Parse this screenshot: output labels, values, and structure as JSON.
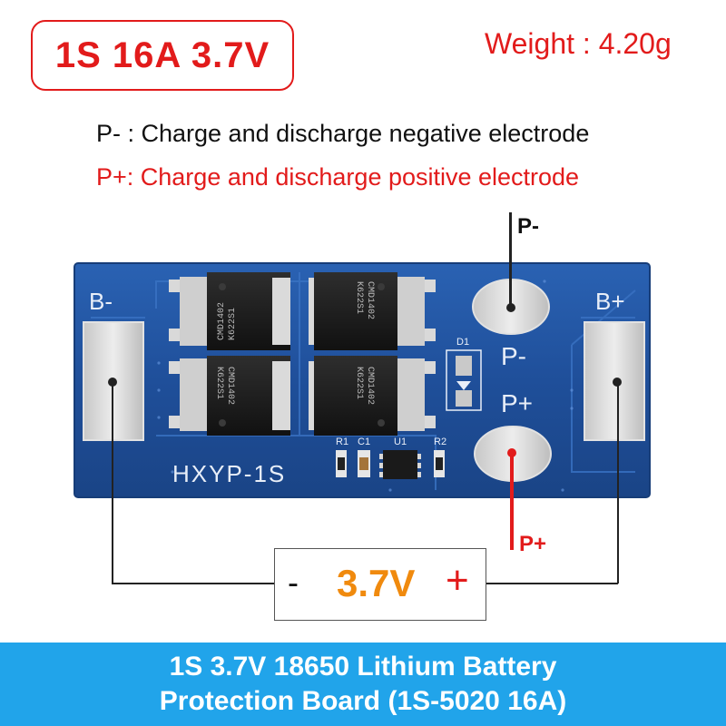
{
  "header": {
    "spec_badge": "1S 16A 3.7V",
    "weight": "Weight : 4.20g"
  },
  "legend": {
    "negative": "P- : Charge and discharge negative electrode",
    "positive": "P+: Charge and discharge positive electrode"
  },
  "board": {
    "model": "HXYP-1S",
    "pad_left": "B-",
    "pad_right": "B+",
    "terminal_neg": "P-",
    "terminal_pos": "P+",
    "diode_label": "D1",
    "mosfet_marking_1": "CMD1402",
    "mosfet_marking_2": "K622S1",
    "components": [
      "R1",
      "C1",
      "U1",
      "R2"
    ]
  },
  "callouts": {
    "p_minus": "P-",
    "p_plus": "P+"
  },
  "battery": {
    "minus": "-",
    "voltage": "3.7V",
    "plus": "+"
  },
  "footer": {
    "line1": "1S 3.7V 18650 Lithium Battery",
    "line2": "Protection Board (1S-5020 16A)"
  },
  "colors": {
    "accent_red": "#e21b1b",
    "voltage_orange": "#f08a0e",
    "footer_blue": "#21a4ea",
    "pcb_blue": "#1f4f9a"
  }
}
